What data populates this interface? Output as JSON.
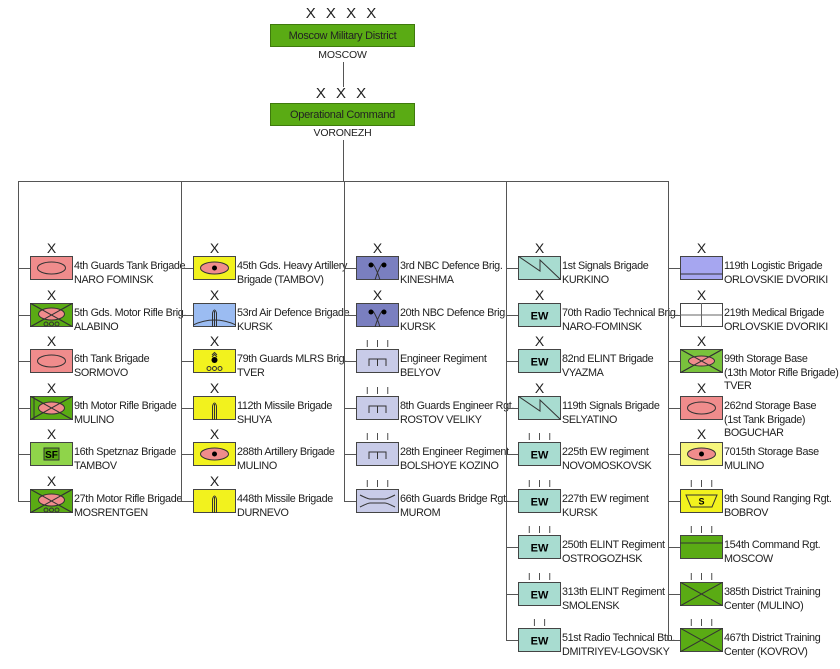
{
  "top": {
    "echelon": "X X X X",
    "title": "Moscow Military District",
    "location": "MOSCOW"
  },
  "command": {
    "echelon": "X X X",
    "title": "Operational Command",
    "location": "VORONEZH"
  },
  "colors": {
    "green": "#5aab14",
    "light_green": "#8fd44a",
    "storage_green": "#79c23c",
    "pink": "#f08c8c",
    "yellow": "#f2f21e",
    "light_yellow": "#f6f67c",
    "ad_blue": "#9bbcf2",
    "nbc_blue": "#7a7fc0",
    "engineer": "#c8cbe8",
    "teal": "#a8dcd0",
    "logistic": "#a6a6f0",
    "white": "#ffffff"
  },
  "columns": [
    {
      "items": [
        {
          "echelon": "X",
          "symbol": "tank",
          "lines": [
            "4th Guards Tank Brigade",
            "NARO FOMINSK"
          ]
        },
        {
          "echelon": "X",
          "symbol": "motor-rifle",
          "lines": [
            "5th Gds. Motor Rifle Brig.",
            "ALABINO"
          ]
        },
        {
          "echelon": "X",
          "symbol": "tank",
          "lines": [
            "6th Tank Brigade",
            "SORMOVO"
          ]
        },
        {
          "echelon": "X",
          "symbol": "motor-rifle-nw",
          "lines": [
            "9th Motor Rifle Brigade",
            "MULINO"
          ]
        },
        {
          "echelon": "X",
          "symbol": "spetsnaz",
          "text": "SF",
          "lines": [
            "16th Spetznaz Brigade",
            "TAMBOV"
          ]
        },
        {
          "echelon": "X",
          "symbol": "motor-rifle",
          "lines": [
            "27th Motor Rifle Brigade",
            "MOSRENTGEN"
          ]
        }
      ]
    },
    {
      "items": [
        {
          "echelon": "X",
          "symbol": "artillery",
          "lines": [
            "45th Gds. Heavy Artillery",
            "Brigade (TAMBOV)"
          ]
        },
        {
          "echelon": "X",
          "symbol": "air-defence",
          "lines": [
            "53rd Air Defence Brigade",
            "KURSK"
          ]
        },
        {
          "echelon": "X",
          "symbol": "mlrs",
          "lines": [
            "79th Guards MLRS Brig.",
            "TVER"
          ]
        },
        {
          "echelon": "X",
          "symbol": "missile",
          "lines": [
            "112th Missile Brigade",
            "SHUYA"
          ]
        },
        {
          "echelon": "X",
          "symbol": "artillery",
          "lines": [
            "288th Artillery Brigade",
            "MULINO"
          ]
        },
        {
          "echelon": "X",
          "symbol": "missile",
          "lines": [
            "448th Missile Brigade",
            "DURNEVO"
          ]
        }
      ]
    },
    {
      "items": [
        {
          "echelon": "X",
          "symbol": "nbc",
          "lines": [
            "3rd NBC Defence Brig.",
            "KINESHMA"
          ]
        },
        {
          "echelon": "X",
          "symbol": "nbc",
          "lines": [
            "20th NBC Defence Brig.",
            "KURSK"
          ]
        },
        {
          "echelon": "III",
          "symbol": "engineer",
          "lines": [
            "Engineer Regiment",
            "BELYOV"
          ]
        },
        {
          "echelon": "III",
          "symbol": "engineer",
          "lines": [
            "8th Guards Engineer Rgt.",
            "ROSTOV VELIKY"
          ]
        },
        {
          "echelon": "III",
          "symbol": "engineer",
          "lines": [
            "28th Engineer Regiment",
            "BOLSHOYE KOZINO"
          ]
        },
        {
          "echelon": "III",
          "symbol": "bridge",
          "lines": [
            "66th Guards Bridge Rgt.",
            "MUROM"
          ]
        }
      ]
    },
    {
      "items": [
        {
          "echelon": "X",
          "symbol": "signals",
          "lines": [
            "1st Signals Brigade",
            "KURKINO"
          ]
        },
        {
          "echelon": "X",
          "symbol": "ew",
          "text": "EW",
          "lines": [
            "70th Radio Technical Brig.",
            "NARO-FOMINSK"
          ]
        },
        {
          "echelon": "X",
          "symbol": "ew",
          "text": "EW",
          "lines": [
            "82nd ELINT Brigade",
            "VYAZMA"
          ]
        },
        {
          "echelon": "X",
          "symbol": "signals",
          "lines": [
            "119th Signals Brigade",
            "SELYATINO"
          ]
        },
        {
          "echelon": "III",
          "symbol": "ew",
          "text": "EW",
          "lines": [
            "225th EW regiment",
            "NOVOMOSKOVSK"
          ]
        },
        {
          "echelon": "III",
          "symbol": "ew",
          "text": "EW",
          "lines": [
            "227th EW regiment",
            "KURSK"
          ]
        },
        {
          "echelon": "III",
          "symbol": "ew",
          "text": "EW",
          "lines": [
            "250th ELINT Regiment",
            "OSTROGOZHSK"
          ]
        },
        {
          "echelon": "III",
          "symbol": "ew",
          "text": "EW",
          "lines": [
            "313th ELINT Regiment",
            "SMOLENSK"
          ]
        },
        {
          "echelon": "II",
          "symbol": "ew",
          "text": "EW",
          "lines": [
            "51st Radio Technical Btn.",
            "DMITRIYEV-LGOVSKY"
          ]
        }
      ]
    },
    {
      "items": [
        {
          "echelon": "X",
          "symbol": "logistic",
          "lines": [
            "119th Logistic Brigade",
            "ORLOVSKIE DVORIKI"
          ]
        },
        {
          "echelon": "X",
          "symbol": "medical",
          "lines": [
            "219th Medical Brigade",
            "ORLOVSKIE DVORIKI"
          ]
        },
        {
          "echelon": "X",
          "symbol": "storage-mr",
          "lines": [
            "99th Storage Base",
            "(13th Motor Rifle Brigade)",
            "TVER"
          ]
        },
        {
          "echelon": "X",
          "symbol": "storage-tank",
          "lines": [
            "262nd Storage Base",
            "(1st Tank Brigade)",
            "BOGUCHAR"
          ]
        },
        {
          "echelon": "X",
          "symbol": "storage-art",
          "lines": [
            "7015th Storage Base",
            "MULINO"
          ]
        },
        {
          "echelon": "III",
          "symbol": "sound-ranging",
          "text": "S",
          "lines": [
            "9th Sound Ranging Rgt.",
            "BOBROV"
          ]
        },
        {
          "echelon": "III",
          "symbol": "command",
          "lines": [
            "154th Command Rgt.",
            "MOSCOW"
          ]
        },
        {
          "echelon": "III",
          "symbol": "training",
          "lines": [
            "385th District Training",
            "Center (MULINO)"
          ]
        },
        {
          "echelon": "III",
          "symbol": "training",
          "lines": [
            "467th District Training",
            "Center (KOVROV)"
          ]
        }
      ]
    }
  ]
}
